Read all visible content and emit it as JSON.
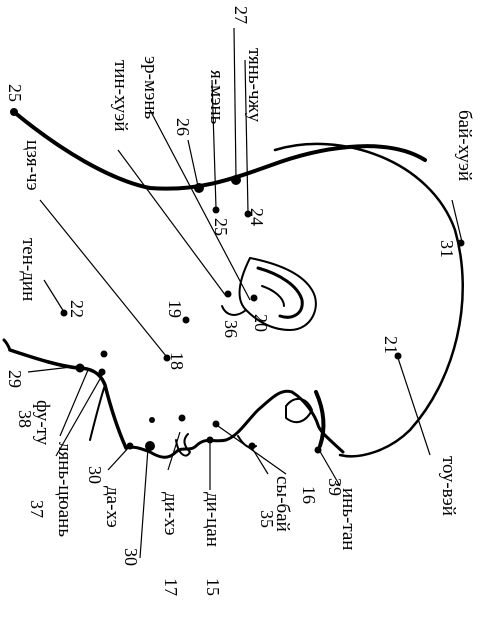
{
  "points": [
    {
      "id": "bai-hui",
      "name": "бай-хуэй",
      "num": "31"
    },
    {
      "id": "tian-zhu",
      "name": "тянь-чжу",
      "num": "24"
    },
    {
      "id": "ya-men",
      "name": "я-мэнь",
      "num": "25"
    },
    {
      "id": "er-men",
      "name": "эр-мэнь",
      "num": "20"
    },
    {
      "id": "ting-hui",
      "name": "тин-хуэй",
      "num": "36"
    },
    {
      "id": "jia-che",
      "name": "цзя-чэ",
      "num": "18"
    },
    {
      "id": "ting-gong",
      "name": "тен-дин",
      "num": "22"
    },
    {
      "id": "fu-tu",
      "name": "фу-ту",
      "num": "38"
    },
    {
      "id": "lian-quan",
      "name": "лянь-цюань",
      "num": "37"
    },
    {
      "id": "da-ying",
      "name": "да-хэ",
      "num": "30"
    },
    {
      "id": "di-he",
      "name": "ди-хэ",
      "num": "17"
    },
    {
      "id": "di-cang",
      "name": "ди-цан",
      "num": "15"
    },
    {
      "id": "si-bai",
      "name": "сы-бай",
      "num": "35"
    },
    {
      "id": "yin-tang",
      "name": "инь-тан",
      "num": "39"
    },
    {
      "id": "tou-wei",
      "name": "тоу-вэй",
      "num": "21"
    }
  ],
  "extra_numbers": [
    "27",
    "25",
    "26",
    "19",
    "29",
    "30",
    "16"
  ]
}
